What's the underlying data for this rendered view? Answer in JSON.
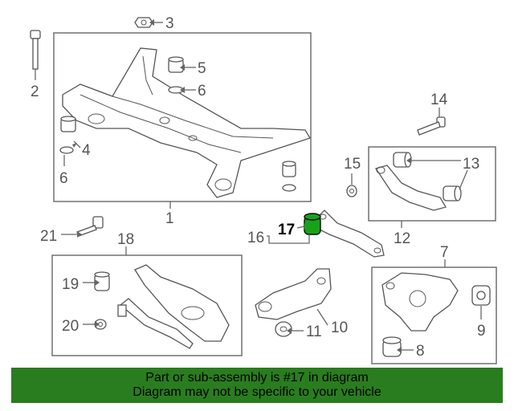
{
  "callouts": {
    "c1": "1",
    "c2": "2",
    "c3": "3",
    "c4": "4",
    "c5": "5",
    "c6a": "6",
    "c6b": "6",
    "c7": "7",
    "c8": "8",
    "c9": "9",
    "c10": "10",
    "c11": "11",
    "c12": "12",
    "c13": "13",
    "c14": "14",
    "c15": "15",
    "c16": "16",
    "c17": "17",
    "c18": "18",
    "c19": "19",
    "c20": "20",
    "c21": "21"
  },
  "highlight": {
    "part_number": "17",
    "color": "#1aa11a"
  },
  "footer": {
    "line1": "Part or sub-assembly is #17 in diagram",
    "line2": "Diagram may not be specific to your vehicle",
    "background": "#2a7d1e"
  }
}
